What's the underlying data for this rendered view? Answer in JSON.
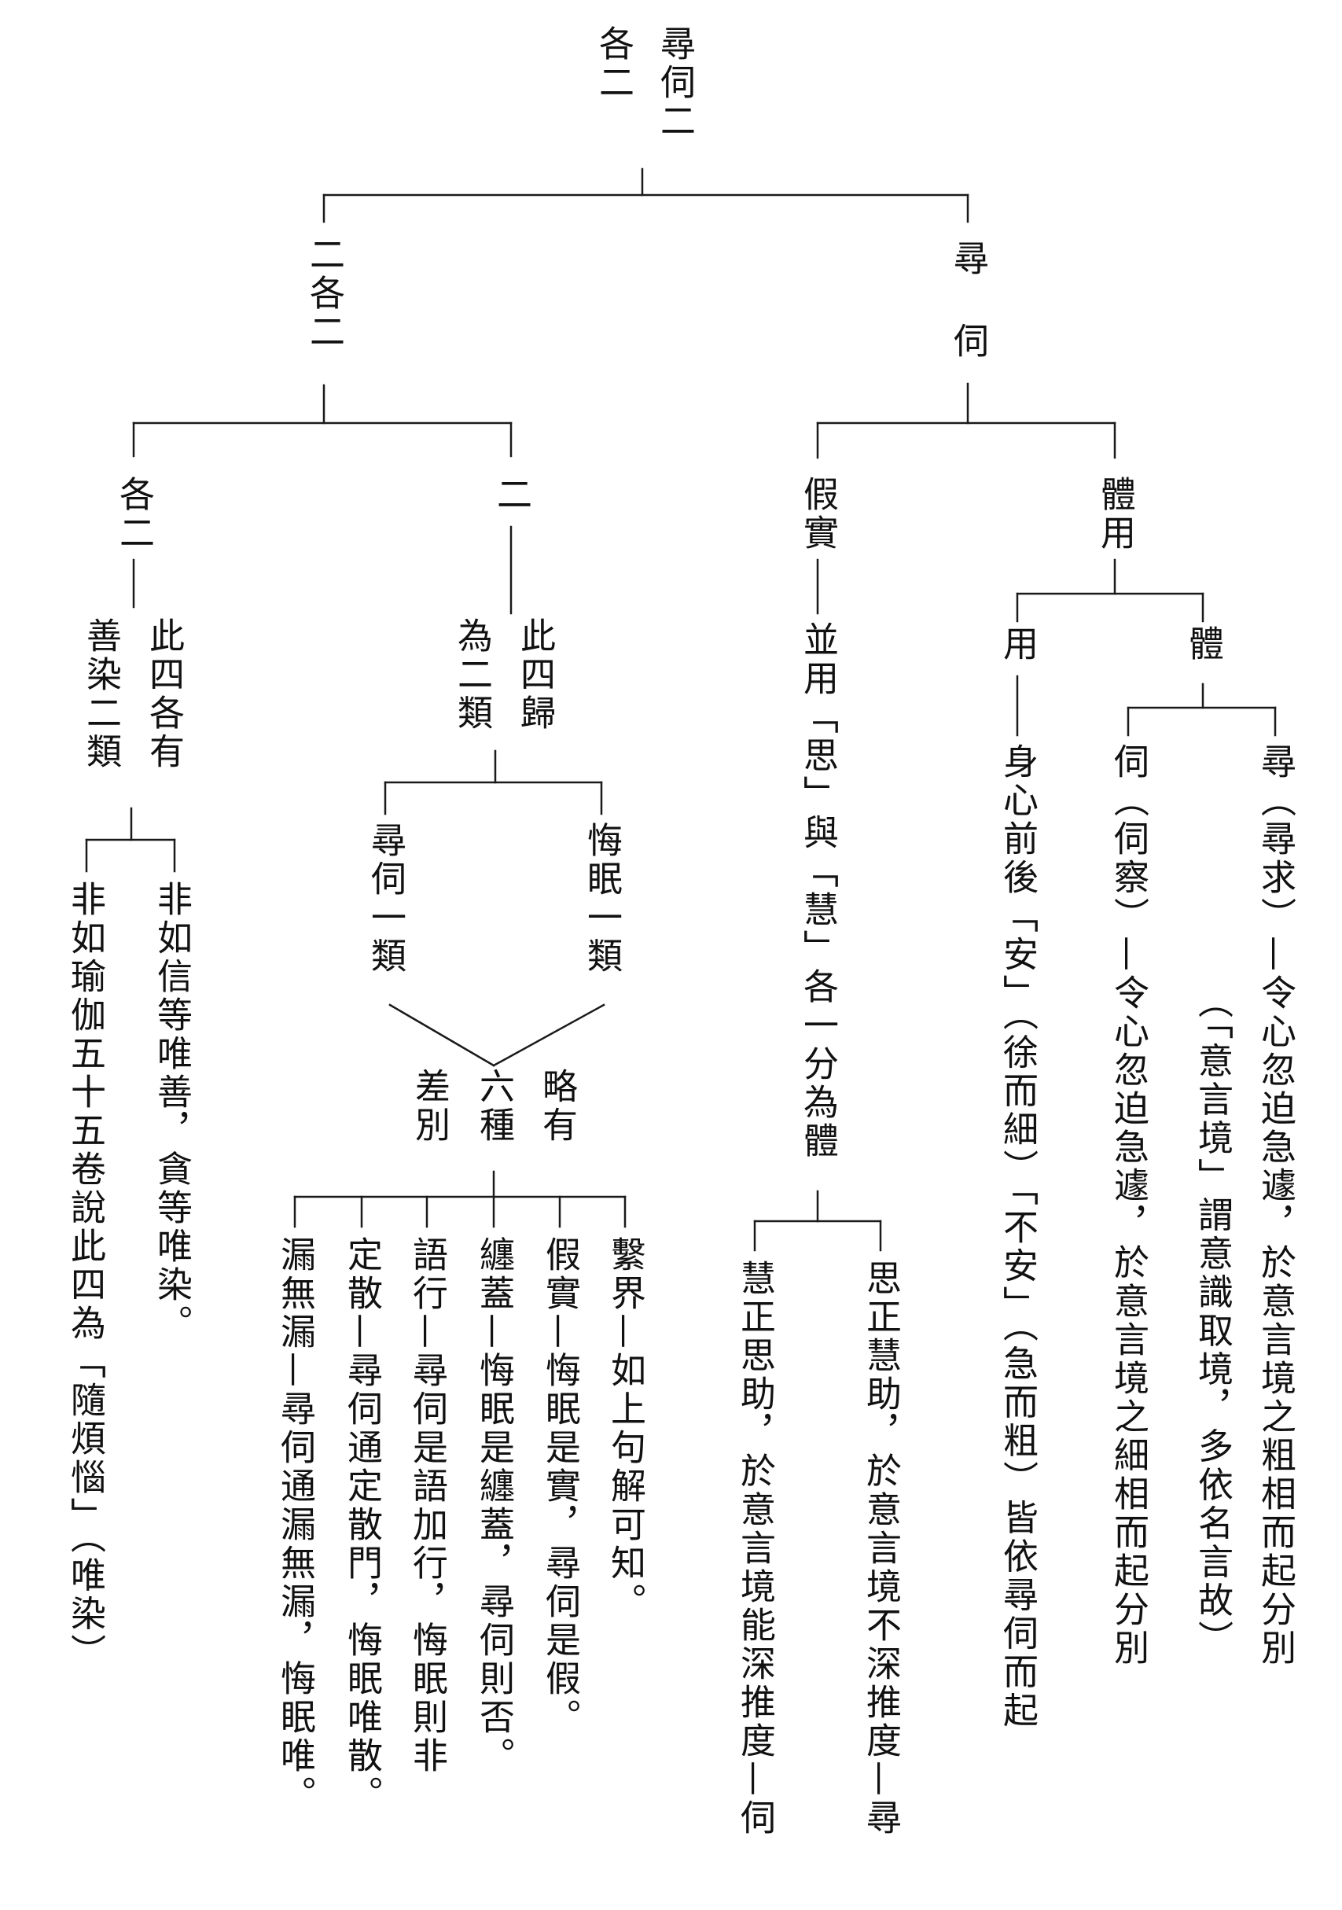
{
  "diagram": {
    "root": {
      "col1": "尋伺二",
      "col2": "各二"
    },
    "left_branch": {
      "title": "二各二",
      "sub_a": {
        "title": "各二"
      },
      "sub_b": {
        "title": "二"
      }
    },
    "right_branch": {
      "title_1": "尋",
      "title_2": "伺"
    },
    "xunsi_left": {
      "title": "假實",
      "text": "並用「思」與「慧」各一分為體",
      "leaf_a": "思正慧助，於意言境不深推度—尋",
      "leaf_b": "慧正思助，於意言境能深推度—伺"
    },
    "xunsi_right": {
      "title": "體用",
      "use": {
        "title": "用",
        "text": "身心前後「安」（徐而細）「不安」（急而粗）皆依尋伺而起"
      },
      "body": {
        "title": "體",
        "xun": {
          "text": "尋（尋求）—令心忽迫急遽，於意言境之粗相而起分別",
          "note": "（「意言境」謂意識取境，多依名言故）"
        },
        "si": {
          "text": "伺（伺察）—令心忽迫急遽，於意言境之細相而起分別"
        }
      }
    },
    "gui": {
      "text_1": "此四歸",
      "text_2": "為二類",
      "huimian": "悔眠一類",
      "xunsi": "尋伺一類",
      "liuzhong_1": "略有",
      "liuzhong_2": "六種",
      "liuzhong_3": "差別",
      "leaves": [
        "繫界—如上句解可知。",
        "假實—悔眠是實，尋伺是假。",
        "纏蓋—悔眠是纏蓋，尋伺則否。",
        "語行—尋伺是語加行，悔眠則非",
        "定散—尋伺通定散門，悔眠唯散。",
        "漏無漏—尋伺通漏無漏，悔眠唯。"
      ]
    },
    "gexou": {
      "text_1": "此四各有",
      "text_2": "善染二類",
      "leaf_a": "非如信等唯善，貪等唯染。",
      "leaf_b": "非如瑜伽五十五卷說此四為「隨煩惱」（唯染）"
    }
  }
}
